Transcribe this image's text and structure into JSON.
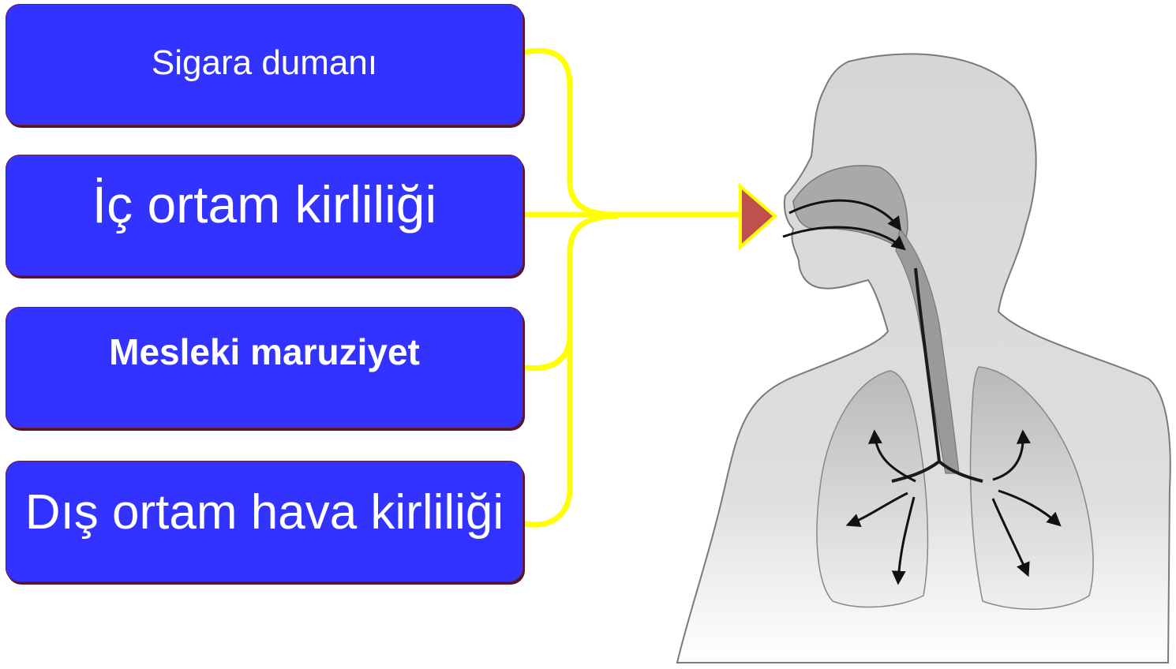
{
  "sources": {
    "smoke": "Sigara dumanı",
    "indoor": "İç ortam kirliliği",
    "occupational": "Mesleki maruziyet",
    "outdoor": "Dış ortam hava kirliliği"
  },
  "colors": {
    "box_fill": "#3333ff",
    "box_border": "#6a1f3f",
    "connector": "#ffff00",
    "arrowhead": "#c0504d",
    "body_gray": "#d9d9d9",
    "airway_gray": "#9a9a9a"
  }
}
